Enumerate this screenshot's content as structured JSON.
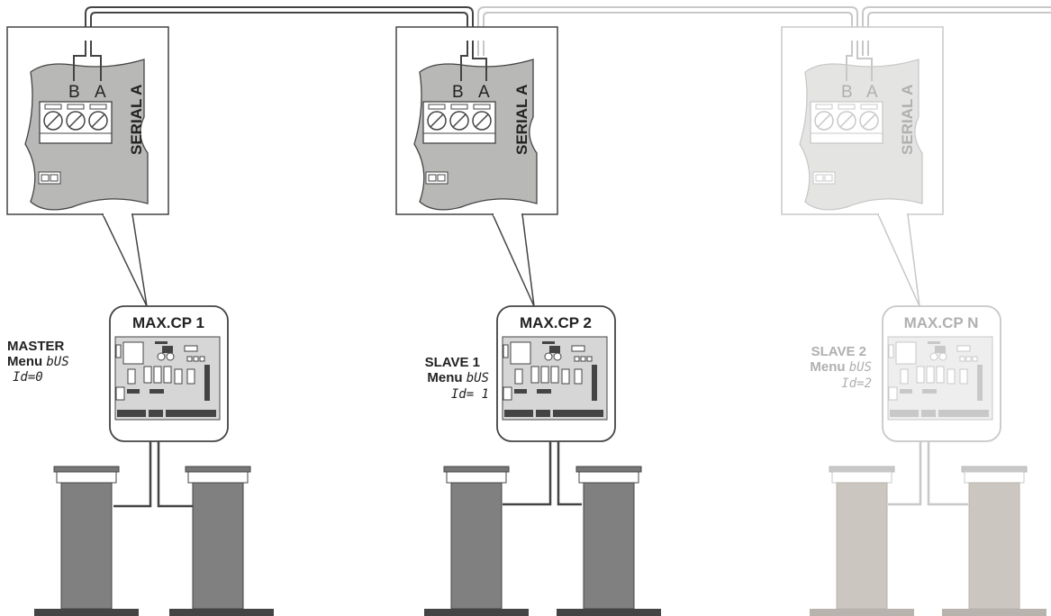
{
  "colors": {
    "wire": "#444444",
    "wire_faded": "#c8c8c8",
    "board_fill": "#b8b9b6",
    "board_fill_faded": "#e4e4e2",
    "post_fill": "#808080",
    "post_fill_faded": "#cbc6c0",
    "text": "#222222",
    "text_faded": "#b0b0b0"
  },
  "units": [
    {
      "title": "MAX.CP 1",
      "role": "MASTER",
      "menu": "Menu",
      "menu_code": "bUS",
      "id_text": "Id=0",
      "terminal_b": "B",
      "terminal_a": "A",
      "serial_label": "SERIAL A",
      "faded": false
    },
    {
      "title": "MAX.CP 2",
      "role": "SLAVE 1",
      "menu": "Menu",
      "menu_code": "bUS",
      "id_text": "Id= 1",
      "terminal_b": "B",
      "terminal_a": "A",
      "serial_label": "SERIAL A",
      "faded": false
    },
    {
      "title": "MAX.CP N",
      "role": "SLAVE 2",
      "menu": "Menu",
      "menu_code": "bUS",
      "id_text": "Id=2",
      "terminal_b": "B",
      "terminal_a": "A",
      "serial_label": "SERIAL A",
      "faded": true
    }
  ]
}
